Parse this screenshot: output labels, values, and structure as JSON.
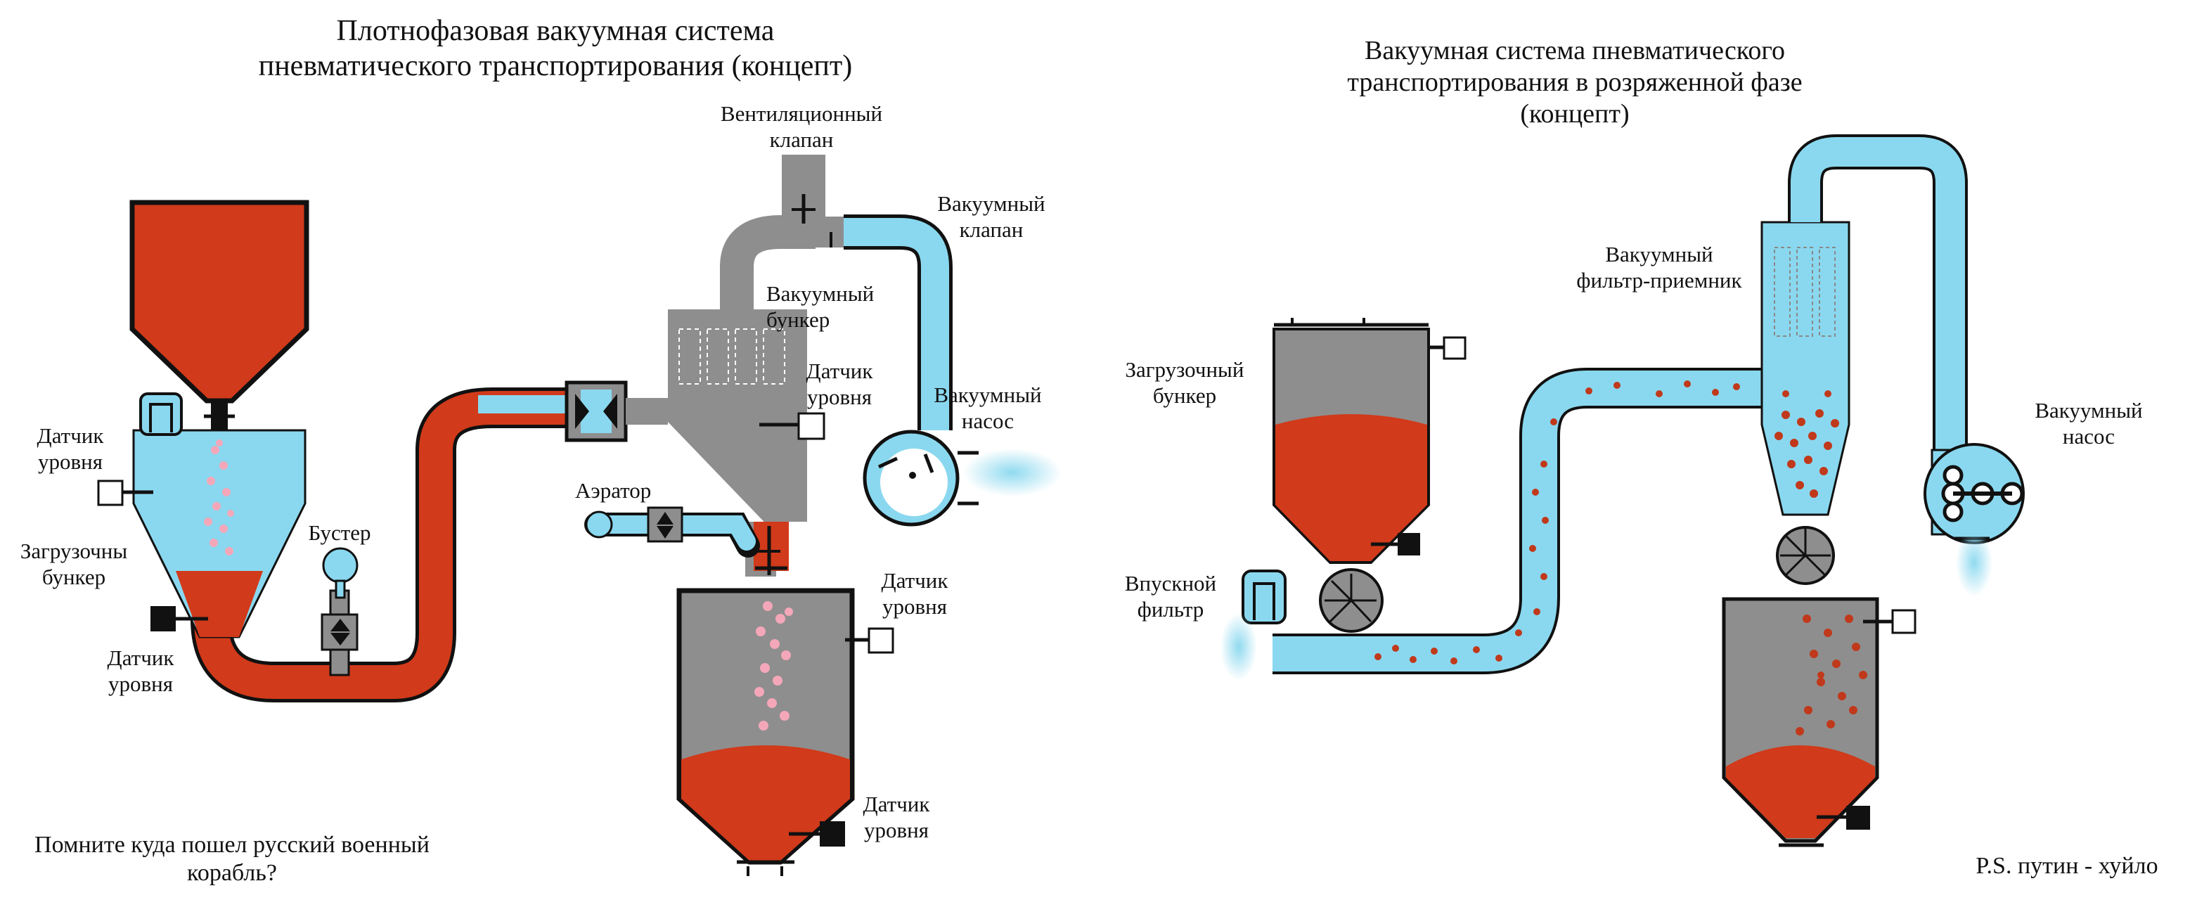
{
  "left": {
    "title": "Плотнофазовая вакуумная система\nпневматического транспортирования (концепт)",
    "labels": {
      "vent_valve": "Вентиляционный\nклапан",
      "vacuum_valve": "Вакуумный\nклапан",
      "vacuum_hopper": "Вакуумный\nбункер",
      "level_sensor_mid": "Датчик\nуровня",
      "vacuum_pump": "Вакуумный\nнасос",
      "aerator": "Аэратор",
      "level_sensor_left_top": "Датчик\nуровня",
      "loading_hopper": "Загрузочны\nбункер",
      "booster": "Бустер",
      "level_sensor_left_bottom": "Датчик\nуровня",
      "level_sensor_receiver_top": "Датчик\nуровня",
      "level_sensor_receiver_bottom": "Датчик\nуровня"
    }
  },
  "right": {
    "title": "Вакуумная система пневматического\nтранспортирования в розряженной фазе\n(концепт)",
    "labels": {
      "filter_receiver": "Вакуумный\nфильтр-приемник",
      "loading_hopper": "Загрузочный\nбункер",
      "vacuum_pump": "Вакуумный\nнасос",
      "inlet_filter": "Впускной\nфильтр"
    }
  },
  "footer": {
    "note_left": "Помните куда пошел русский военный\nкорабль?",
    "note_right": "P.S. путин - хуйло"
  },
  "colors": {
    "material": "#d13a1a",
    "air": "#8ad8ef",
    "equipment": "#8e8e8e",
    "outline": "#111111",
    "particles_light": "#f4a7b9",
    "particles_dark": "#b5361a"
  }
}
